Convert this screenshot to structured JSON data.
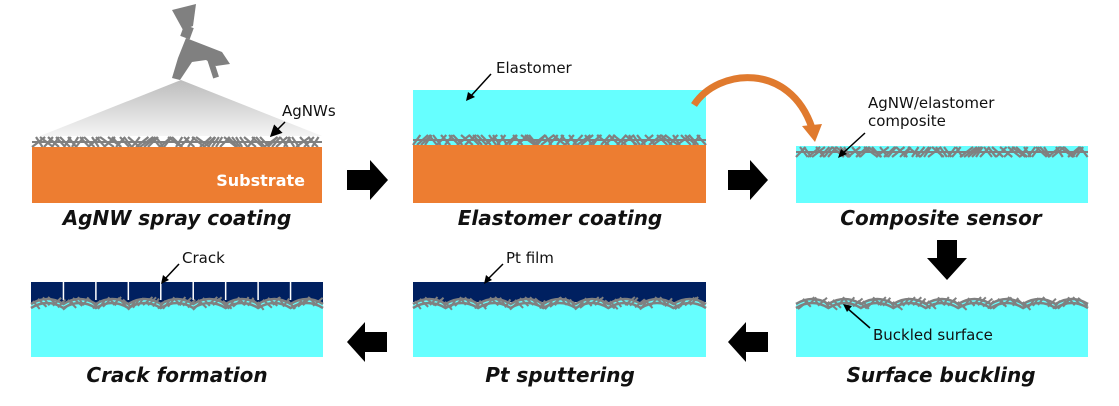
{
  "colors": {
    "substrate": "#ED7D31",
    "elastomer": "#66FFFF",
    "agnw": "#808080",
    "pt_film": "#002060",
    "curved_arrow": "#E07A2E",
    "arrow": "#000000",
    "spray": "#7f7f7f"
  },
  "steps": [
    {
      "id": "spray",
      "caption": "AgNW spray coating",
      "labels": [
        "AgNWs",
        "Substrate"
      ]
    },
    {
      "id": "elastomer",
      "caption": "Elastomer coating",
      "labels": [
        "Elastomer"
      ]
    },
    {
      "id": "composite",
      "caption": "Composite sensor",
      "labels": [
        "AgNW/elastomer",
        "composite"
      ]
    },
    {
      "id": "buckling",
      "caption": "Surface buckling",
      "labels": [
        "Buckled surface"
      ]
    },
    {
      "id": "sputter",
      "caption": "Pt sputtering",
      "labels": [
        "Pt film"
      ]
    },
    {
      "id": "crack",
      "caption": "Crack formation",
      "labels": [
        "Crack"
      ]
    }
  ],
  "arrows": [
    "right",
    "right",
    "down",
    "left",
    "left"
  ],
  "icons": [
    "spray-gun-icon",
    "curved-arrow-icon"
  ]
}
